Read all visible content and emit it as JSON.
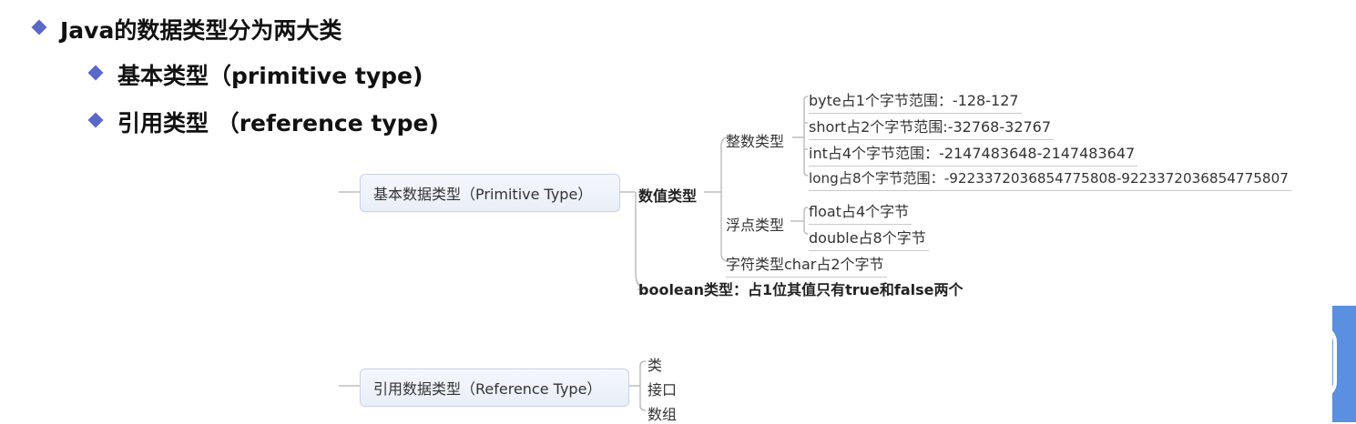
{
  "bullets": {
    "main": "Java的数据类型分为两大类",
    "sub": [
      "基本类型（primitive type)",
      "引用类型 （reference type)"
    ]
  },
  "mindmap": {
    "primitive": {
      "node": "基本数据类型（Primitive Type）",
      "numeric": "数值类型",
      "integer": {
        "label": "整数类型",
        "items": [
          "byte占1个字节范围：-128-127",
          "short占2个字节范围:-32768-32767",
          "int占4个字节范围：-2147483648-2147483647",
          "long占8个字节范围：-9223372036854775808-9223372036854775807"
        ]
      },
      "float": {
        "label": "浮点类型",
        "items": [
          "float占4个字节",
          "double占8个字节"
        ]
      },
      "char": "字符类型char占2个字节",
      "boolean": "boolean类型：占1位其值只有true和false两个"
    },
    "reference": {
      "node": "引用数据类型（Reference Type）",
      "items": [
        "类",
        "接口",
        "数组"
      ]
    }
  },
  "colors": {
    "bullet": "#5b68c9",
    "accent": "#5b8fe0"
  },
  "icons": {
    "player": "play-logo-icon"
  }
}
